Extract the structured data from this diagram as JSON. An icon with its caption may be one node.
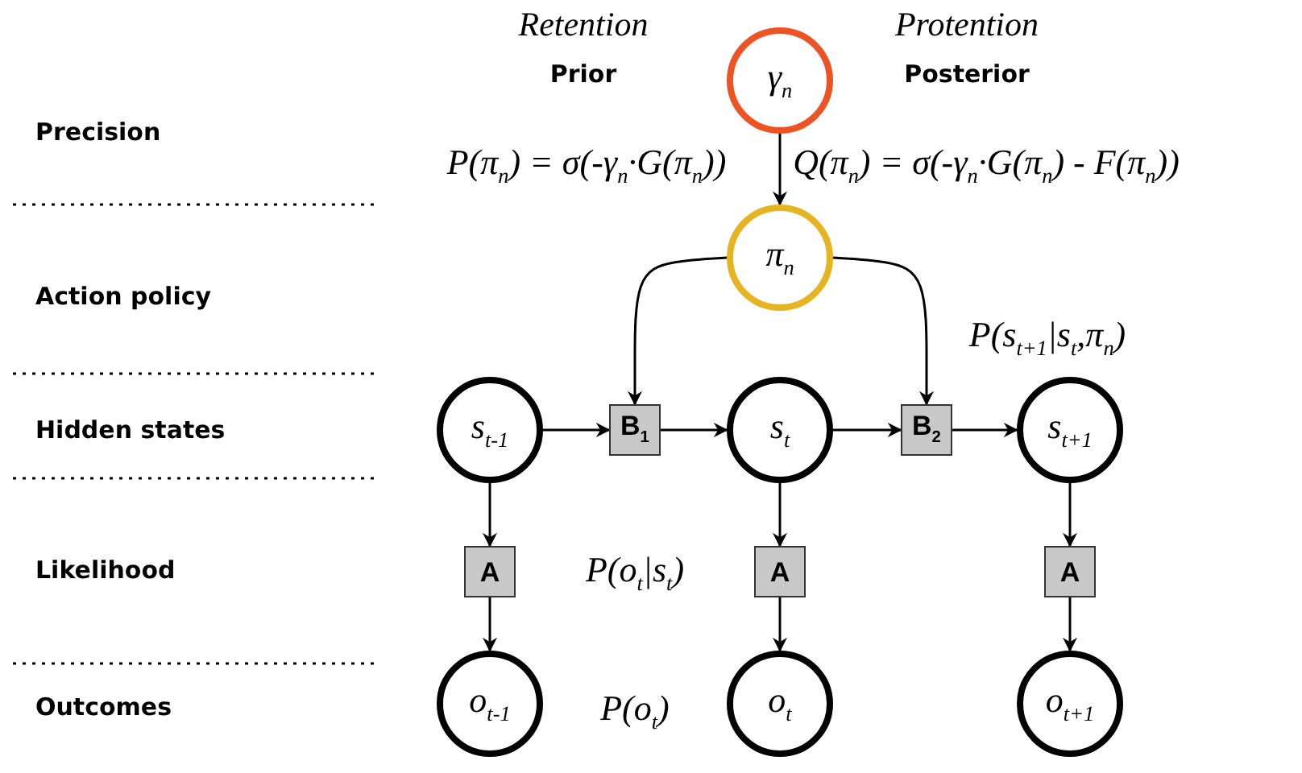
{
  "diagram": {
    "nodes": [
      {
        "text": [
          "γ$_{n}$"
        ]
      },
      {
        "text": [
          "π$_{n}$"
        ]
      },
      {
        "text": [
          "s$_{t-1}$"
        ]
      },
      {
        "text": [
          "B$_{1}$"
        ]
      },
      {
        "text": [
          "s$_{t}$"
        ]
      },
      {
        "text": [
          "B$_{2}$"
        ]
      },
      {
        "text": [
          "s$_{t+1}$"
        ]
      },
      {
        "text": [
          "A"
        ]
      },
      {
        "text": [
          "A"
        ]
      },
      {
        "text": [
          "A"
        ]
      },
      {
        "text": [
          "o$_{t-1}$"
        ]
      },
      {
        "text": [
          "o$_{t}$"
        ]
      },
      {
        "text": [
          "o$_{t+1}$"
        ]
      }
    ],
    "edges": [
      {
        "from": 0,
        "to": 1,
        "arrow": "to"
      },
      {
        "from": 1,
        "to": 3,
        "arrow": "to"
      },
      {
        "from": 1,
        "to": 5,
        "arrow": "to"
      },
      {
        "from": 2,
        "to": 3,
        "arrow": "to"
      },
      {
        "from": 3,
        "to": 4,
        "arrow": "to"
      },
      {
        "from": 4,
        "to": 5,
        "arrow": "to"
      },
      {
        "from": 5,
        "to": 6,
        "arrow": "to"
      },
      {
        "from": 2,
        "to": 7,
        "arrow": "to"
      },
      {
        "from": 7,
        "to": 10,
        "arrow": "to"
      },
      {
        "from": 4,
        "to": 8,
        "arrow": "to"
      },
      {
        "from": 8,
        "to": 11,
        "arrow": "to"
      },
      {
        "from": 6,
        "to": 9,
        "arrow": "to"
      },
      {
        "from": 9,
        "to": 12,
        "arrow": "to"
      }
    ],
    "labels": [
      "Retention",
      "Protention",
      "Prior",
      "Posterior",
      "Precision",
      "P(π$_{n}$) = σ(-γ$_{n}$·G(π$_{n}$))",
      "Q(π$_{n}$) = σ(-γ$_{n}$·G(π$_{n}$) - F(π$_{n}$))",
      "Action policy",
      "P(s$_{t+1}$|s$_{t}$,π$_{n}$)",
      "Hidden states",
      "Likelihood",
      "P(o$_{t}$|s$_{t}$)",
      "Outcomes",
      "P(o$_{t}$)"
    ]
  }
}
